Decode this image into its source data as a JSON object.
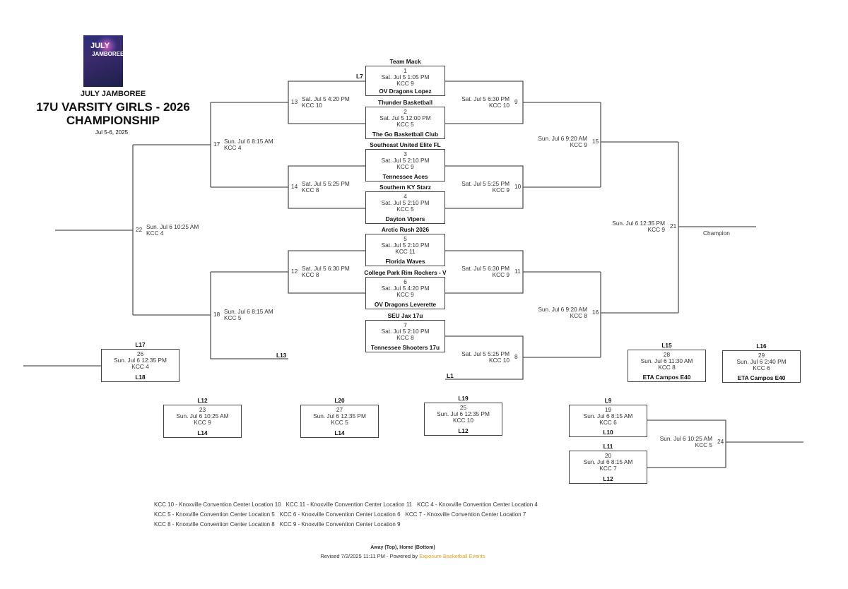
{
  "header": {
    "logo_text": [
      "JULY",
      "JAMBOREE"
    ],
    "event": "JULY JAMBOREE",
    "division": "17U VARSITY GIRLS - 2026",
    "bracket": "CHAMPIONSHIP",
    "dates": "Jul 5-6, 2025"
  },
  "box_games": {
    "g1": {
      "num": "1",
      "date": "Sat. Jul 5 1:05 PM",
      "court": "KCC 9",
      "top": "Team Mack",
      "bottom": "OV Dragons Lopez"
    },
    "g2": {
      "num": "2",
      "date": "Sat. Jul 5 12:00 PM",
      "court": "KCC 5",
      "top": "Thunder Basketball",
      "bottom": "The Go Basketball Club"
    },
    "g3": {
      "num": "3",
      "date": "Sat. Jul 5 2:10 PM",
      "court": "KCC 9",
      "top": "Southeast United Elite FL",
      "bottom": "Tennessee Aces"
    },
    "g4": {
      "num": "4",
      "date": "Sat. Jul 5 2:10 PM",
      "court": "KCC 5",
      "top": "Southern KY Starz",
      "bottom": "Dayton Vipers"
    },
    "g5": {
      "num": "5",
      "date": "Sat. Jul 5 2:10 PM",
      "court": "KCC 11",
      "top": "Arctic Rush 2026",
      "bottom": "Florida Waves"
    },
    "g6": {
      "num": "6",
      "date": "Sat. Jul 5 4:20 PM",
      "court": "KCC 9",
      "top": "College Park Rim Rockers - V",
      "bottom": "OV Dragons Leverette"
    },
    "g7": {
      "num": "7",
      "date": "Sat. Jul 5 2:10 PM",
      "court": "KCC 8",
      "top": "SEU Jax 17u",
      "bottom": "Tennessee Shooters 17u"
    },
    "g26": {
      "num": "26",
      "date": "Sun. Jul 6 12:35 PM",
      "court": "KCC 4",
      "top": "L17",
      "bottom": "L18"
    },
    "g23": {
      "num": "23",
      "date": "Sun. Jul 6 10:25 AM",
      "court": "KCC 9",
      "top": "L12",
      "bottom": "L14"
    },
    "g27": {
      "num": "27",
      "date": "Sun. Jul 6 12:35 PM",
      "court": "KCC 5",
      "top": "L20",
      "bottom": "L14"
    },
    "g25": {
      "num": "25",
      "date": "Sun. Jul 6 12:35 PM",
      "court": "KCC 10",
      "top": "L19",
      "bottom": "L12"
    },
    "g19": {
      "num": "19",
      "date": "Sun. Jul 6 8:15 AM",
      "court": "KCC 6",
      "top": "L9",
      "bottom": "L10"
    },
    "g20": {
      "num": "20",
      "date": "Sun. Jul 6 8:15 AM",
      "court": "KCC 7",
      "top": "L11",
      "bottom": "L12"
    },
    "g28": {
      "num": "28",
      "date": "Sun. Jul 6 11:30 AM",
      "court": "KCC 8",
      "top": "L15",
      "bottom": "ETA Campos E40"
    },
    "g29": {
      "num": "29",
      "date": "Sun. Jul 6 2:40 PM",
      "court": "KCC 6",
      "top": "L16",
      "bottom": "ETA Campos E40"
    }
  },
  "bracket_games": {
    "g13": {
      "num": "13",
      "date": "Sat. Jul 5 4:20 PM",
      "court": "KCC 10"
    },
    "g14": {
      "num": "14",
      "date": "Sat. Jul 5 5:25 PM",
      "court": "KCC 8"
    },
    "g12": {
      "num": "12",
      "date": "Sat. Jul 5 6:30 PM",
      "court": "KCC 8"
    },
    "g17": {
      "num": "17",
      "date": "Sun. Jul 6 8:15 AM",
      "court": "KCC 4"
    },
    "g18": {
      "num": "18",
      "date": "Sun. Jul 6 8:15 AM",
      "court": "KCC 5"
    },
    "g22": {
      "num": "22",
      "date": "Sun. Jul 6 10:25 AM",
      "court": "KCC 4"
    },
    "g9": {
      "num": "9",
      "date": "Sat. Jul 5 6:30 PM",
      "court": "KCC 10"
    },
    "g10": {
      "num": "10",
      "date": "Sat. Jul 5 5:25 PM",
      "court": "KCC 9"
    },
    "g11": {
      "num": "11",
      "date": "Sat. Jul 5 6:30 PM",
      "court": "KCC 9"
    },
    "g8": {
      "num": "8",
      "date": "Sat. Jul 5 5:25 PM",
      "court": "KCC 10"
    },
    "g15": {
      "num": "15",
      "date": "Sun. Jul 6 9:20 AM",
      "court": "KCC 9"
    },
    "g16": {
      "num": "16",
      "date": "Sun. Jul 6 9:20 AM",
      "court": "KCC 8"
    },
    "g21": {
      "num": "21",
      "date": "Sun. Jul 6 12:35 PM",
      "court": "KCC 9"
    },
    "g24": {
      "num": "24",
      "date": "Sun. Jul 6 10:25 AM",
      "court": "KCC 5"
    }
  },
  "tags": {
    "l7": "L7",
    "l13": "L13",
    "l1": "L1",
    "champion": "Champion"
  },
  "legend": [
    [
      "KCC 10 - Knoxville Convention Center Location 10",
      "KCC 11 - Knoxville Convention Center Location 11",
      "KCC 4 - Knoxville Convention Center Location 4"
    ],
    [
      "KCC 5 - Knoxville Convention Center Location 5",
      "KCC 6 - Knoxville Convention Center Location 6",
      "KCC 7 - Knoxville Convention Center Location 7"
    ],
    [
      "KCC 8 - Knoxville Convention Center Location 8",
      "KCC 9 - Knoxville Convention Center Location 9"
    ]
  ],
  "footer": {
    "note": "Away (Top), Home (Bottom)",
    "revised": "Revised 7/2/2025 11:11 PM - Powered by",
    "powered_link": "Exposure Basketball Events"
  },
  "colors": {
    "line": "#555555",
    "link": "#e0a020"
  }
}
